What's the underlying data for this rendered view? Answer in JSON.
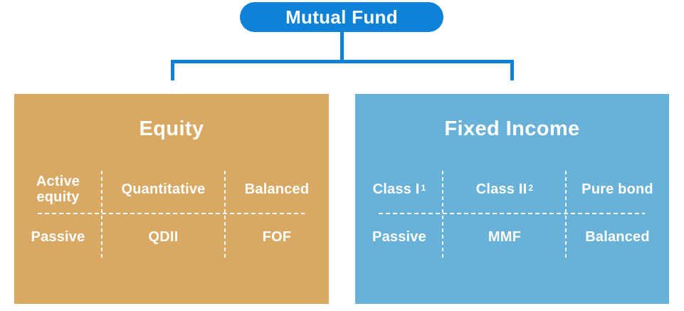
{
  "root_node": {
    "label": "Mutual Fund"
  },
  "colors": {
    "connector_blue": "#0E81D9",
    "equity_box_bg": "#D9A963",
    "fixed_income_box_bg": "#68B2DA",
    "text": "#FFFFFF"
  },
  "equity": {
    "title": "Equity",
    "row1": [
      "Active equity",
      "Quantitative",
      "Balanced"
    ],
    "row2": [
      "Passive",
      "QDII",
      "FOF"
    ]
  },
  "fixed_income": {
    "title": "Fixed Income",
    "row1": [
      {
        "label": "Class I",
        "superscript": "1"
      },
      {
        "label": "Class II",
        "superscript": "2"
      },
      {
        "label": "Pure bond",
        "superscript": ""
      }
    ],
    "row2": [
      "Passive",
      "MMF",
      "Balanced"
    ]
  }
}
